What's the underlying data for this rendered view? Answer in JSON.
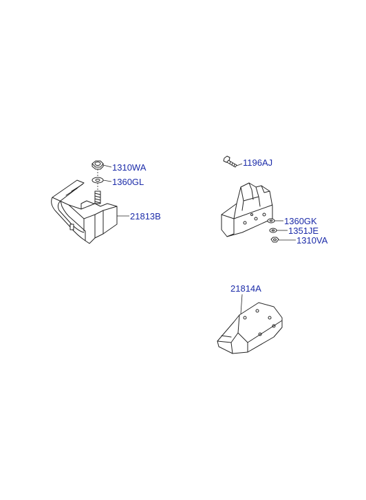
{
  "labels": {
    "p1310WA": "1310WA",
    "p1360GL": "1360GL",
    "p21813B": "21813B",
    "p1196AJ": "1196AJ",
    "p1360GK": "1360GK",
    "p1351JE": "1351JE",
    "p1310VA": "1310VA",
    "p21814A": "21814A"
  },
  "colors": {
    "label": "#1a2aa8",
    "line": "#222222",
    "background": "#ffffff"
  }
}
